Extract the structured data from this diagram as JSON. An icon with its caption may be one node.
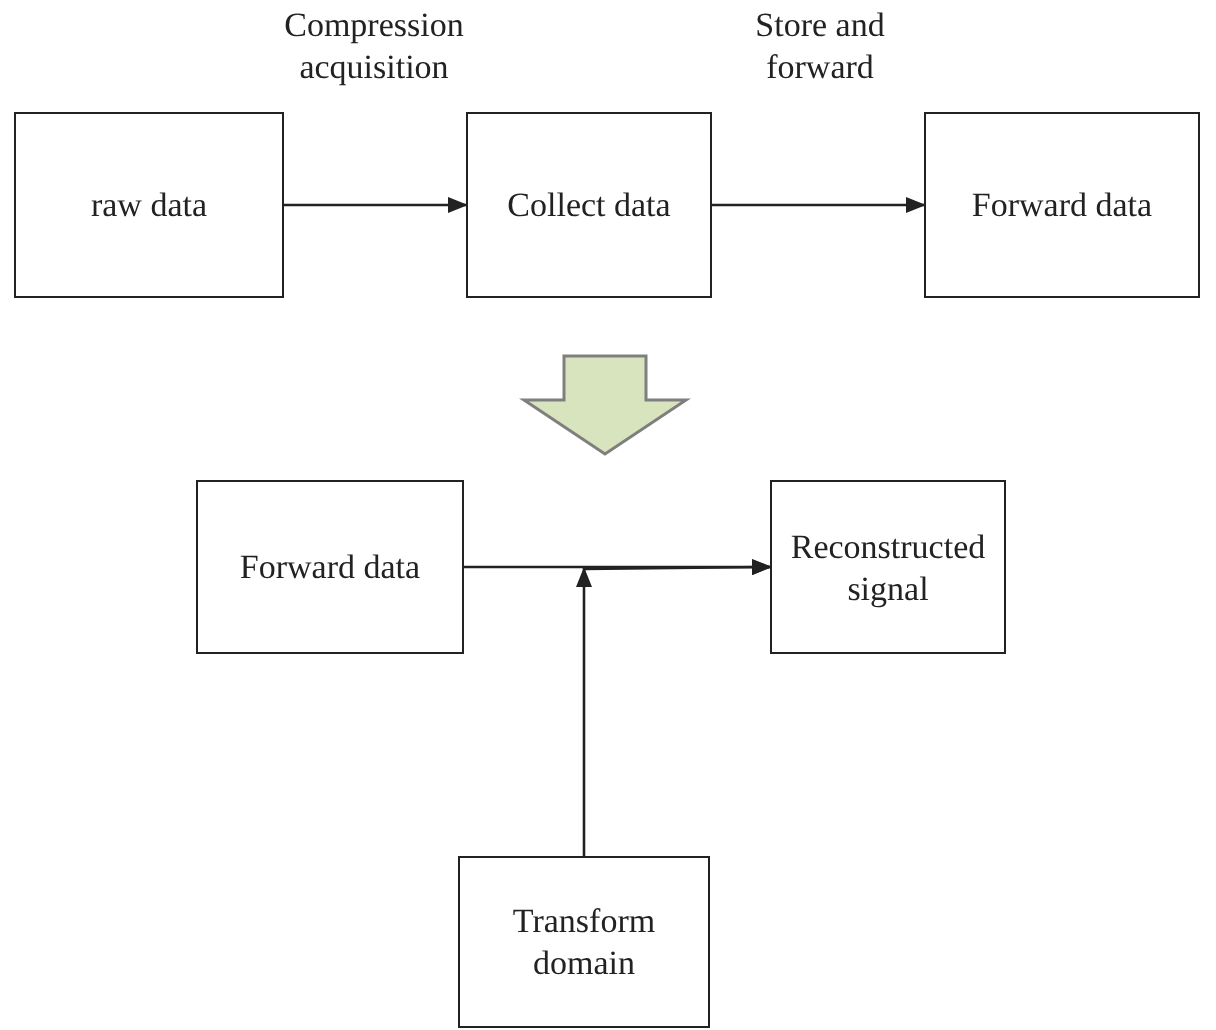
{
  "diagram": {
    "nodes": [
      {
        "text": [
          "raw data"
        ]
      },
      {
        "text": [
          "Collect data"
        ]
      },
      {
        "text": [
          "Forward data"
        ]
      },
      {
        "text": [
          "Forward data"
        ]
      },
      {
        "text": [
          "Reconstructed signal"
        ]
      },
      {
        "text": [
          "Transform domain"
        ]
      }
    ],
    "edges": [
      {
        "from": 0,
        "to": 1,
        "arrow": "to",
        "label": "Compression acquisition"
      },
      {
        "from": 1,
        "to": 2,
        "arrow": "to",
        "label": "Store and forward"
      },
      {
        "from": 3,
        "to": 4,
        "arrow": "to"
      },
      {
        "from": 5,
        "to": 4,
        "arrow": "to"
      }
    ]
  }
}
